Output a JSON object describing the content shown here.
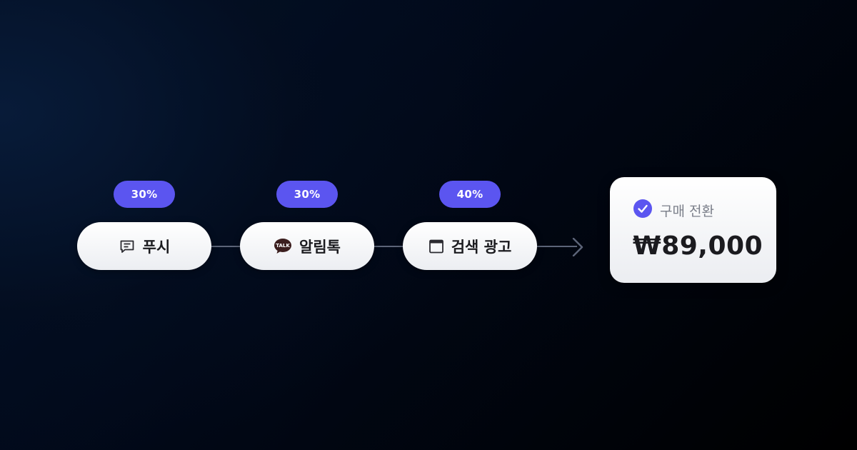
{
  "steps": [
    {
      "share": "30%",
      "label": "푸시",
      "icon": "message-list-icon"
    },
    {
      "share": "30%",
      "label": "알림톡",
      "icon": "kakaotalk-icon",
      "icon_text": "TALK"
    },
    {
      "share": "40%",
      "label": "검색 광고",
      "icon": "browser-window-icon"
    }
  ],
  "result": {
    "label": "구매 전환",
    "amount": "₩89,000",
    "icon": "check-circle-icon"
  },
  "colors": {
    "accent": "#5b55f0",
    "pill_text": "#1b1b1f",
    "label_gray": "#7b7f8a",
    "connector": "#5c6478",
    "kakao_brown": "#3b1e1e"
  }
}
